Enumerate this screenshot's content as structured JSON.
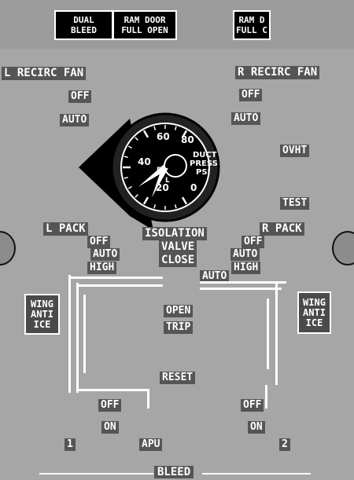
{
  "annunciators": [
    {
      "name": "dual-bleed-light",
      "text": "DUAL\nBLEED"
    },
    {
      "name": "ram-door-left-light",
      "text": "RAM DOOR\nFULL OPEN"
    },
    {
      "name": "ram-door-right-light",
      "text": "RAM D\nFULL C"
    }
  ],
  "recirc": {
    "left_title": "L RECIRC FAN",
    "right_title": "R RECIRC FAN",
    "off": "OFF",
    "auto": "AUTO"
  },
  "gauge": {
    "title_line1": "DUCT",
    "title_line2": "PRESS",
    "title_line3": "PSI",
    "ticks": [
      "0",
      "20",
      "40",
      "60",
      "80"
    ],
    "needle_left": "L",
    "needle_right": "R",
    "left_value_psi": 28,
    "right_value_psi": 18
  },
  "ovht": "OVHT",
  "test": "TEST",
  "packs": {
    "left_title": "L PACK",
    "right_title": "R PACK",
    "off": "OFF",
    "auto": "AUTO",
    "high": "HIGH"
  },
  "isolation": {
    "line1": "ISOLATION",
    "line2": "VALVE",
    "line3": "CLOSE",
    "auto": "AUTO",
    "open": "OPEN"
  },
  "trip": "TRIP",
  "reset": "RESET",
  "wing_anti_ice": "WING\nANTI\nICE",
  "bleed_switches": {
    "off": "OFF",
    "on": "ON",
    "engine_1": "1",
    "engine_2": "2",
    "apu": "APU"
  },
  "panel_title": "BLEED",
  "colors": {
    "panel": "#a6a6a6",
    "label_bg": "#555555",
    "annunciator_bg": "#000000",
    "text": "#ffffff"
  }
}
